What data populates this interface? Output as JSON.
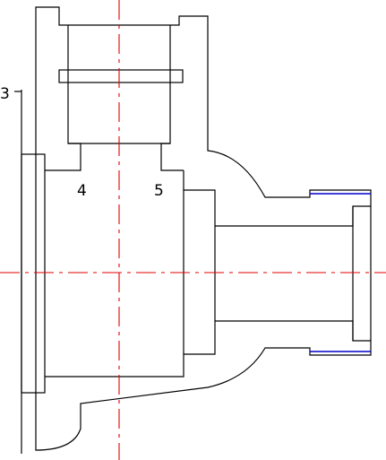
{
  "labels": {
    "part_3": "3",
    "part_4": "4",
    "part_5": "5"
  },
  "colors": {
    "outline": "#000000",
    "centerline": "#e00000",
    "thread": "#0000cc",
    "background": "#ffffff"
  }
}
